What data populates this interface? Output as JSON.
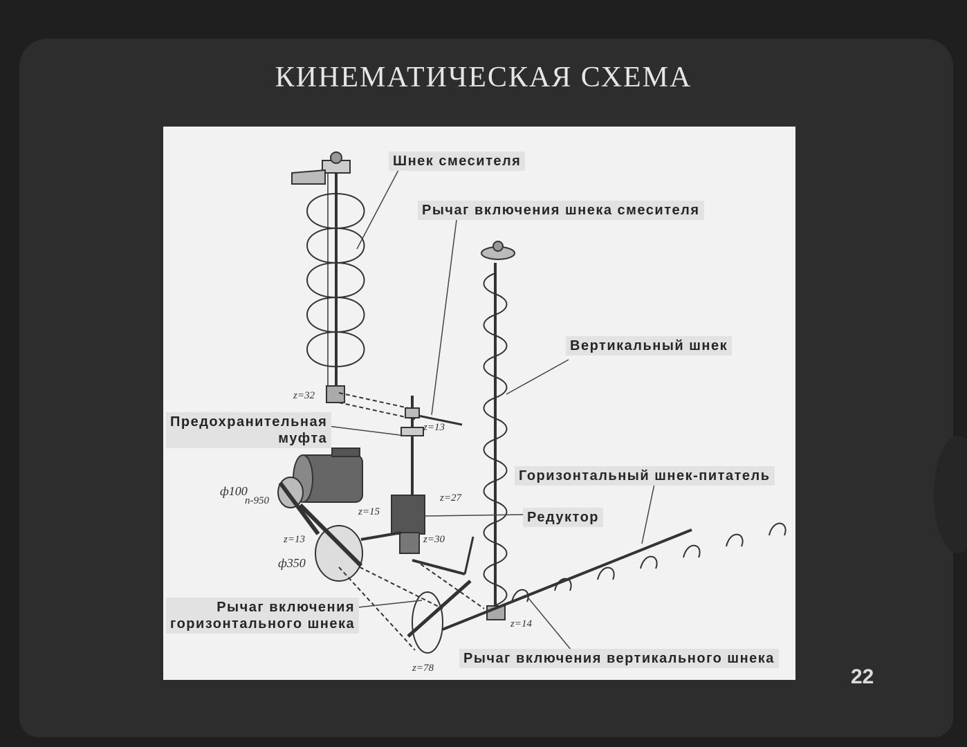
{
  "title": "КИНЕМАТИЧЕСКАЯ СХЕМА",
  "page_number": "22",
  "labels": {
    "mixer_auger": "Шнек смесителя",
    "mixer_lever": "Рычаг включения шнека смесителя",
    "vertical_auger": "Вертикальный шнек",
    "safety_clutch": "Предохранительная\nмуфта",
    "horizontal_feeder": "Горизонтальный шнек-питатель",
    "reducer": "Редуктор",
    "horizontal_lever": "Рычаг включения\nгоризонтального шнека",
    "vertical_lever": "Рычаг включения вертикального шнека"
  },
  "notes": {
    "z32": "z=32",
    "z13_top": "z=13",
    "phi100": "ф100",
    "n950": "n-950",
    "z27": "z=27",
    "z15": "z=15",
    "z13_low": "z=13",
    "z30": "z=30",
    "phi350": "ф350",
    "z14": "z=14",
    "z78": "z=78"
  }
}
